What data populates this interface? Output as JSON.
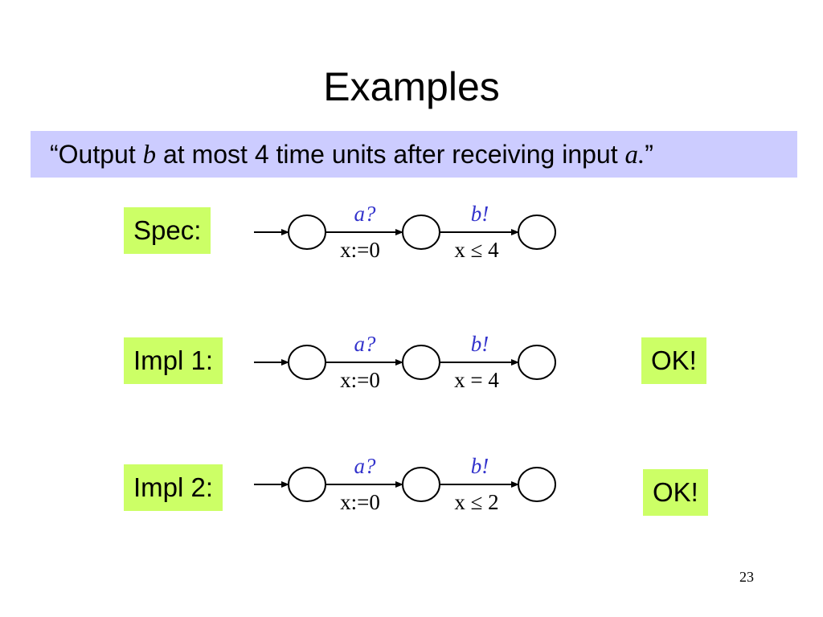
{
  "slide": {
    "title": "Examples",
    "page_number": "23"
  },
  "quote": {
    "open": "“Output ",
    "b": "b",
    "middle": " at most 4 time units after receiving input ",
    "a": "a.",
    "close": "”"
  },
  "rows": [
    {
      "label": "Spec:",
      "input_action": "a?",
      "reset": "x:=0",
      "output_action": "b!",
      "guard": "x ≤ 4",
      "verdict": ""
    },
    {
      "label": "Impl 1:",
      "input_action": "a?",
      "reset": "x:=0",
      "output_action": "b!",
      "guard": "x = 4",
      "verdict": "OK!"
    },
    {
      "label": "Impl 2:",
      "input_action": "a?",
      "reset": "x:=0",
      "output_action": "b!",
      "guard": "x ≤ 2",
      "verdict": "OK!"
    }
  ],
  "colors": {
    "quote_background": "#ccccff",
    "label_background": "#ccff66",
    "action_text": "#3333cc"
  }
}
